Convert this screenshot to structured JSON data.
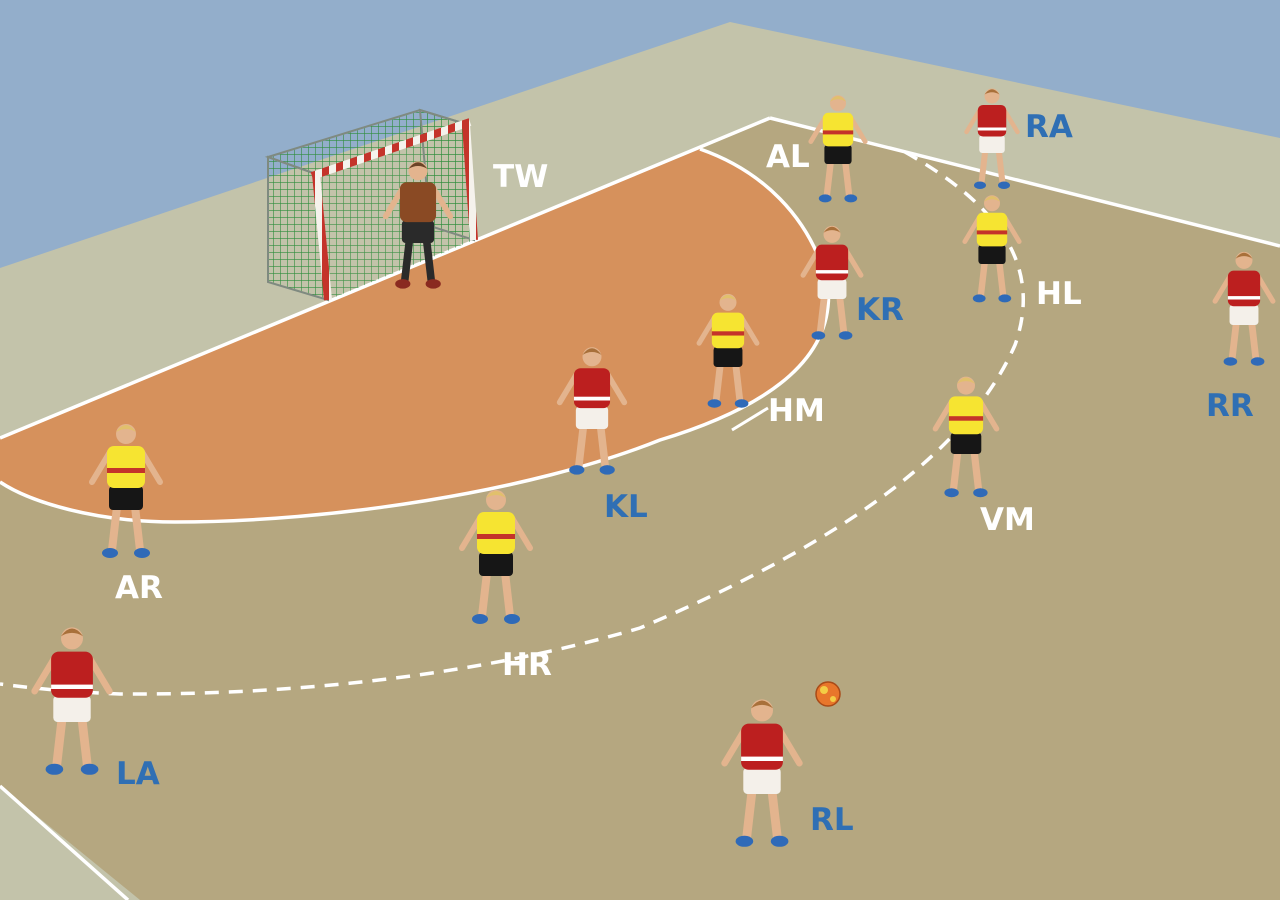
{
  "colors": {
    "sky": "#93aecb",
    "wall": "#c3c3aa",
    "floor": "#b5a780",
    "goal_area": "#d6915c",
    "court_line": "#ffffff",
    "defender_label": "#ffffff",
    "attacker_label": "#2f6fb4",
    "defender_shirt": "#f6e431",
    "defender_shorts": "#161616",
    "defender_band": "#c4332a",
    "attacker_shirt": "#bc1f1f",
    "attacker_shorts": "#f4f0ea",
    "goalkeeper_kit": "#8a4a24",
    "goal_net": "#2e8d3c",
    "goal_post_red": "#c4332a",
    "shoe": "#2f6ab8",
    "skin": "#e3b48e",
    "hair": "#e1c06c",
    "ball": "#e8762b"
  },
  "goal": {
    "icon": "handball-goal-with-net"
  },
  "ball": {
    "icon": "handball-ball"
  },
  "goalkeeper": {
    "label": "TW"
  },
  "defenders": [
    {
      "label": "AL"
    },
    {
      "label": "HL"
    },
    {
      "label": "HM"
    },
    {
      "label": "VM"
    },
    {
      "label": "HR"
    },
    {
      "label": "AR"
    }
  ],
  "attackers": [
    {
      "label": "RA"
    },
    {
      "label": "KR"
    },
    {
      "label": "RR"
    },
    {
      "label": "KL"
    },
    {
      "label": "RL"
    },
    {
      "label": "LA"
    }
  ]
}
